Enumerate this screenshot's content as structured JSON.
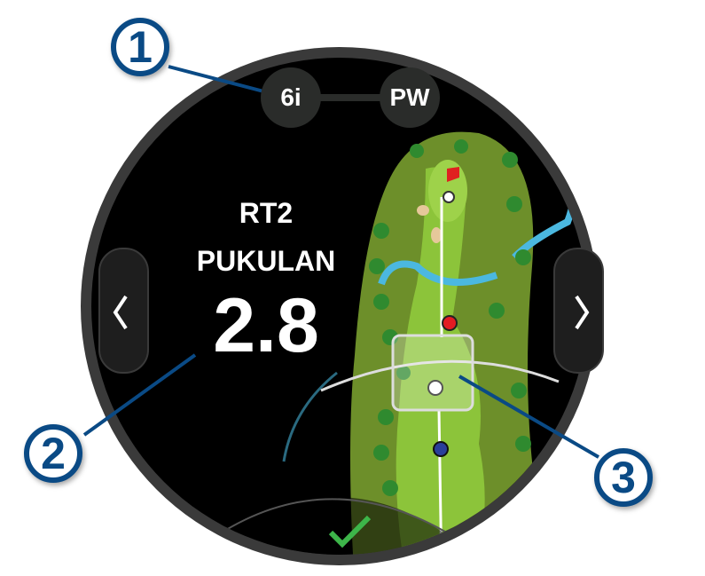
{
  "clubs": {
    "left": "6i",
    "right": "PW"
  },
  "stat": {
    "line1": "RT2",
    "line2": "PUKULAN",
    "value": "2.8"
  },
  "nav": {
    "prev_icon": "chevron-left-icon",
    "next_icon": "chevron-right-icon",
    "confirm_icon": "checkmark-icon"
  },
  "callouts": [
    "1",
    "2",
    "3"
  ],
  "colors": {
    "callout": "#0a4a85",
    "confirm": "#3db54a",
    "flag": "#e02020",
    "target_red": "#e31b23",
    "target_blue": "#2a3f9a"
  }
}
